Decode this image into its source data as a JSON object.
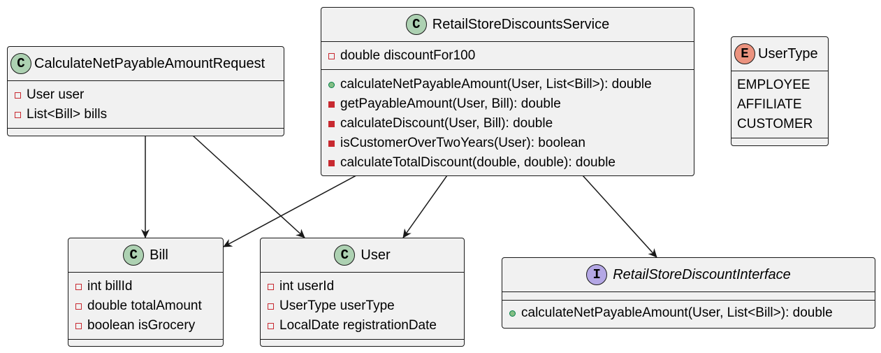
{
  "classes": {
    "request": {
      "stereotype": "C",
      "name": "CalculateNetPayableAmountRequest",
      "fields": [
        {
          "visibility": "private",
          "text": "User user"
        },
        {
          "visibility": "private",
          "text": "List<Bill> bills"
        }
      ]
    },
    "service": {
      "stereotype": "C",
      "name": "RetailStoreDiscountsService",
      "fields": [
        {
          "visibility": "private",
          "text": "double discountFor100"
        }
      ],
      "methods": [
        {
          "visibility": "public",
          "text": "calculateNetPayableAmount(User, List<Bill>): double"
        },
        {
          "visibility": "private",
          "text": "getPayableAmount(User, Bill): double"
        },
        {
          "visibility": "private",
          "text": "calculateDiscount(User, Bill): double"
        },
        {
          "visibility": "private",
          "text": "isCustomerOverTwoYears(User): boolean"
        },
        {
          "visibility": "private",
          "text": "calculateTotalDiscount(double, double): double"
        }
      ]
    },
    "usertype": {
      "stereotype": "E",
      "name": "UserType",
      "constants": [
        "EMPLOYEE",
        "AFFILIATE",
        "CUSTOMER"
      ]
    },
    "bill": {
      "stereotype": "C",
      "name": "Bill",
      "fields": [
        {
          "visibility": "private",
          "text": "int billId"
        },
        {
          "visibility": "private",
          "text": "double totalAmount"
        },
        {
          "visibility": "private",
          "text": "boolean isGrocery"
        }
      ]
    },
    "user": {
      "stereotype": "C",
      "name": "User",
      "fields": [
        {
          "visibility": "private",
          "text": "int userId"
        },
        {
          "visibility": "private",
          "text": "UserType userType"
        },
        {
          "visibility": "private",
          "text": "LocalDate registrationDate"
        }
      ]
    },
    "interface": {
      "stereotype": "I",
      "name": "RetailStoreDiscountInterface",
      "methods": [
        {
          "visibility": "public",
          "text": "calculateNetPayableAmount(User, List<Bill>): double"
        }
      ]
    }
  },
  "relations": [
    {
      "from": "CalculateNetPayableAmountRequest",
      "to": "Bill"
    },
    {
      "from": "CalculateNetPayableAmountRequest",
      "to": "User"
    },
    {
      "from": "RetailStoreDiscountsService",
      "to": "Bill"
    },
    {
      "from": "RetailStoreDiscountsService",
      "to": "User"
    },
    {
      "from": "RetailStoreDiscountsService",
      "to": "RetailStoreDiscountInterface"
    }
  ],
  "colors": {
    "class_icon": "#add1b2",
    "enum_icon": "#eb937f",
    "interface_icon": "#b4a7e5",
    "box_fill": "#f1f1f1",
    "private_marker": "#c82930",
    "public_marker": "#84be84"
  }
}
